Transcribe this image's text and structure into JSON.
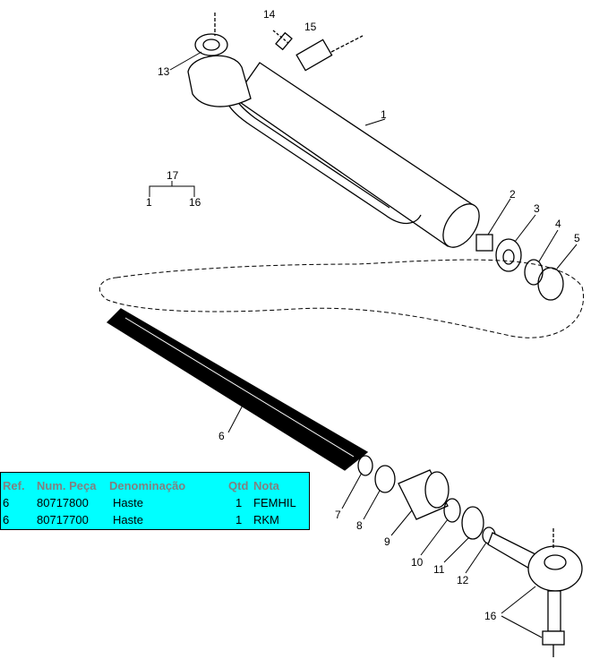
{
  "callouts": {
    "c14": "14",
    "c15": "15",
    "c13": "13",
    "c1": "1",
    "c17": "17",
    "c17a": "1",
    "c17b": "16",
    "c2": "2",
    "c3": "3",
    "c4": "4",
    "c5": "5",
    "c6": "6",
    "c7": "7",
    "c8": "8",
    "c9": "9",
    "c10": "10",
    "c11": "11",
    "c12": "12",
    "c16": "16"
  },
  "table": {
    "headers": {
      "ref": "Ref.",
      "num": "Num. Peça",
      "den": "Denominação",
      "qtd": "Qtd",
      "nota": "Nota"
    },
    "rows": [
      {
        "ref": "6",
        "num": "80717800",
        "den": "Haste",
        "qtd": "1",
        "nota": "FEMHIL"
      },
      {
        "ref": "6",
        "num": "80717700",
        "den": "Haste",
        "qtd": "1",
        "nota": "RKM"
      }
    ]
  }
}
